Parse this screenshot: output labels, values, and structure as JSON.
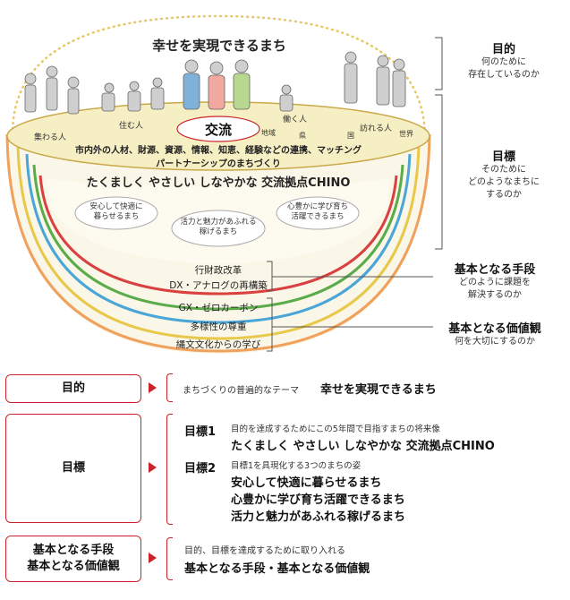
{
  "top": {
    "title": "幸せを実現できるまち",
    "people_labels": [
      "集わる人",
      "住む人",
      "働く人",
      "訪れる人"
    ],
    "scope_labels": [
      "地域",
      "県",
      "国",
      "世界"
    ],
    "exchange": "交流",
    "line1": "市内外の人材、財源、資源、情報、知恵、経験などの連携、マッチング",
    "line2": "パートナーシップのまちづくり",
    "vision": "たくましく やさしい しなやかな 交流拠点CHINO",
    "circles": [
      "安心して快適に\n暮らせるまち",
      "活力と魅力があふれる\n稼げるまち",
      "心豊かに学び育ち\n活躍できるまち"
    ]
  },
  "bands": {
    "policy": [
      "行財政改革",
      "DX・アナログの再構築"
    ],
    "values": [
      "GX・ゼロカーボン",
      "多様性の尊重",
      "縄文文化からの学び"
    ]
  },
  "side": {
    "purpose": {
      "heading": "目的",
      "sub": "何のために\n存在しているのか"
    },
    "goal": {
      "heading": "目標",
      "sub": "そのために\nどのようなまちに\nするのか"
    },
    "means": {
      "heading": "基本となる手段",
      "sub": "どのように課題を\n解決するのか"
    },
    "values": {
      "heading": "基本となる価値観",
      "sub": "何を大切にするのか"
    }
  },
  "table": {
    "rows": [
      {
        "label": "目的",
        "desc": "まちづくりの普遍的なテーマ",
        "value": "幸せを実現できるまち"
      },
      {
        "label": "目標",
        "goal1_tag": "目標1",
        "goal1_desc": "目的を達成するためにこの5年間で目指すまちの将来像",
        "goal1_value": "たくましく やさしい しなやかな 交流拠点CHINO",
        "goal2_tag": "目標2",
        "goal2_desc": "目標1を具現化する3つのまちの姿",
        "goal2_values": [
          "安心して快適に暮らせるまち",
          "心豊かに学び育ち活躍できるまち",
          "活力と魅力があふれる稼げるまち"
        ]
      },
      {
        "label1": "基本となる手段",
        "label2": "基本となる価値観",
        "desc": "目的、目標を達成するために取り入れる",
        "value": "基本となる手段・基本となる価値観"
      }
    ]
  },
  "colors": {
    "accent": "#c9242b",
    "top_fill": "#f7efc4",
    "dots": "#e8c866"
  }
}
